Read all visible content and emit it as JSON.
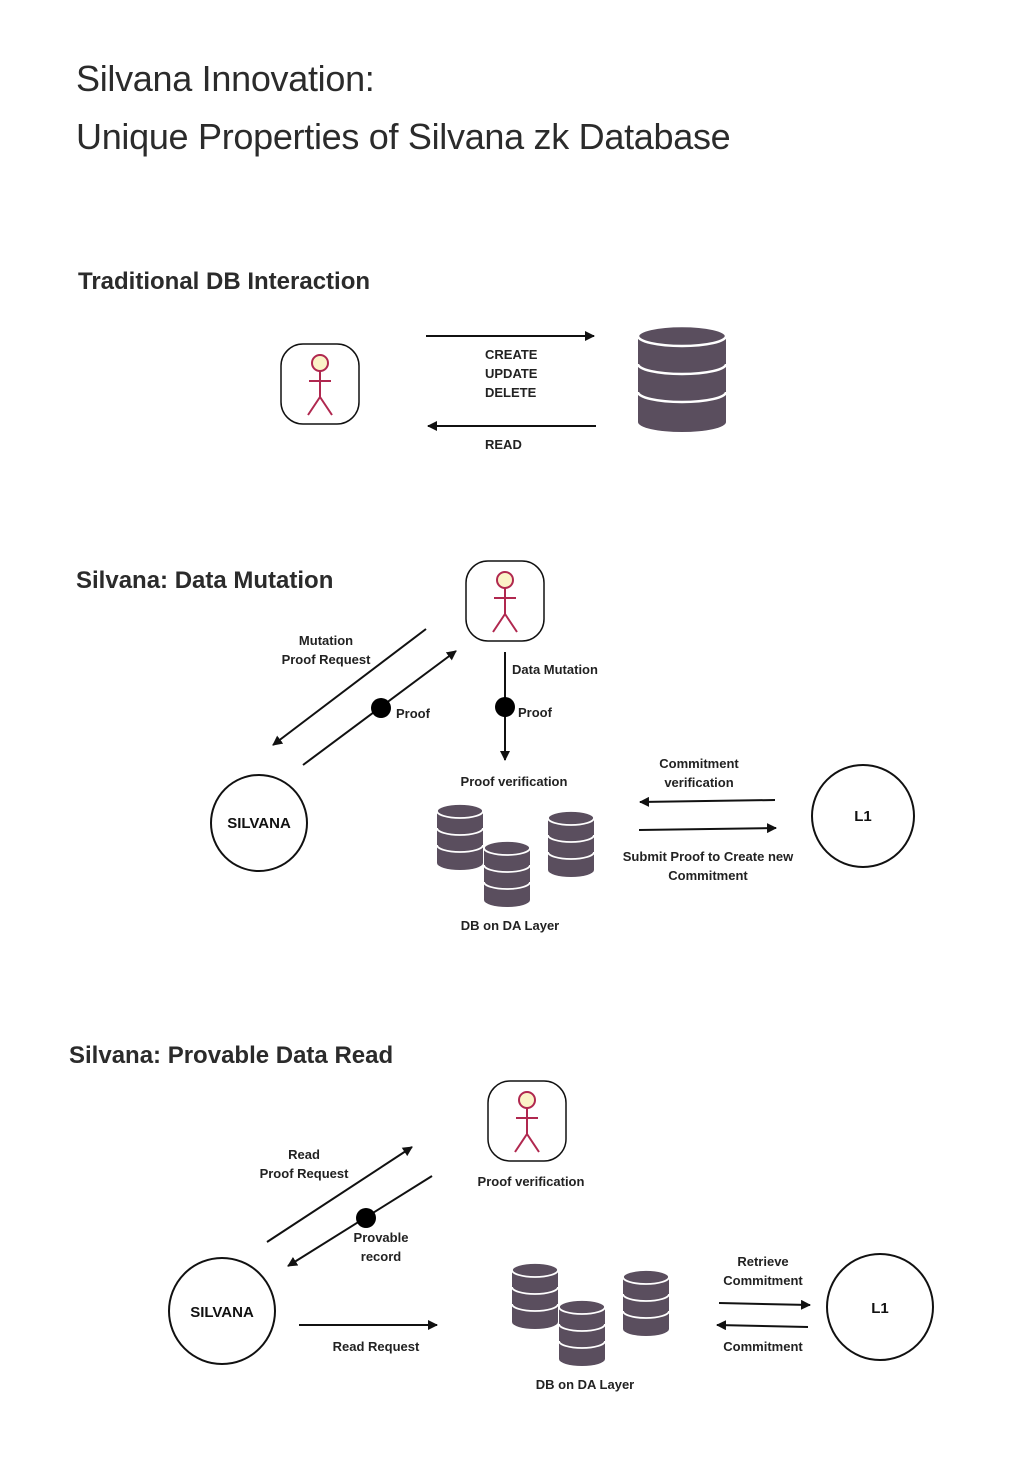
{
  "header": {
    "title_line1": "Silvana Innovation:",
    "title_line2": "Unique Properties of Silvana zk Database"
  },
  "colors": {
    "db": "#5a4e5e",
    "actor": "#b0284f",
    "actor_head_fill": "#fbf3c8",
    "line": "#111111"
  },
  "traditional": {
    "title": "Traditional DB Interaction",
    "ops": [
      "CREATE",
      "UPDATE",
      "DELETE"
    ],
    "read": "READ"
  },
  "mutation": {
    "title": "Silvana: Data Mutation",
    "proof_request": [
      "Mutation",
      "Proof Request"
    ],
    "proof_left": "Proof",
    "data_mutation": "Data Mutation",
    "proof_right": "Proof",
    "proof_verification": "Proof verification",
    "silvana": "SILVANA",
    "db_label": "DB on DA Layer",
    "commitment_verification": [
      "Commitment",
      "verification"
    ],
    "submit_proof": [
      "Submit Proof to Create new",
      "Commitment"
    ],
    "l1": "L1"
  },
  "read": {
    "title": "Silvana: Provable Data Read",
    "proof_request": [
      "Read",
      "Proof Request"
    ],
    "provable_record": [
      "Provable",
      "record"
    ],
    "proof_verification": "Proof verification",
    "silvana": "SILVANA",
    "read_request": "Read Request",
    "db_label": "DB on DA Layer",
    "retrieve_commitment": [
      "Retrieve",
      "Commitment"
    ],
    "commitment": "Commitment",
    "l1": "L1"
  }
}
